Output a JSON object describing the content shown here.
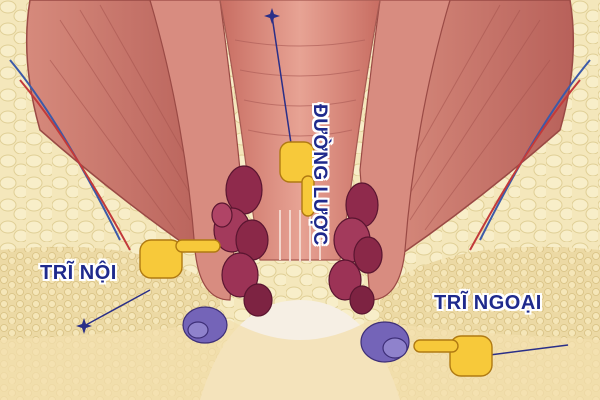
{
  "labels": {
    "internal_hemorrhoid": "TRĨ NỘI",
    "external_hemorrhoid": "TRĨ NGOẠI",
    "dentate_line": "ĐƯỜNG LƯỢC"
  },
  "colors": {
    "label_text": "#1f2a8c",
    "pointer_line": "#2a2f88",
    "muscle": "#c9746a",
    "fat": "#f1e4b4",
    "internal_vein": "#8a2a4a",
    "external_vein": "#6b5aa6"
  },
  "icons": [
    "pointing-hand-icon",
    "star-marker-icon"
  ]
}
